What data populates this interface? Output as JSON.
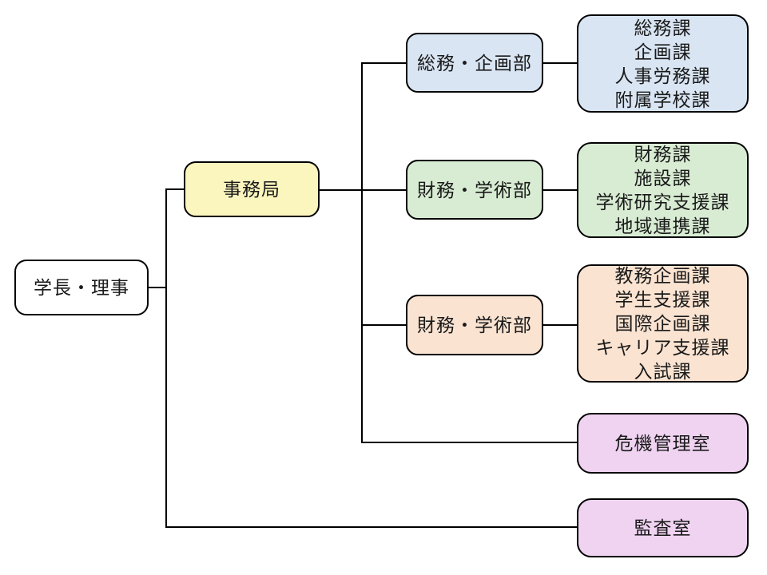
{
  "diagram": {
    "type": "org-chart",
    "background": "#FFFFFF",
    "line_color": "#000000",
    "border_color": "#000000",
    "nodes": {
      "president": {
        "label": "学長・理事",
        "fill": "#FFFFFF"
      },
      "admin_office": {
        "label": "事務局",
        "fill": "#FBF5BE"
      },
      "dept_general_planning": {
        "label": "総務・企画部",
        "fill": "#D9E5F3"
      },
      "dept_finance_academic": {
        "label": "財務・学術部",
        "fill": "#D8ECD3"
      },
      "dept_finance_academic_2": {
        "label": "財務・学術部",
        "fill": "#FAE3D1"
      },
      "sections_general_planning": {
        "label": "総務課\n企画課\n人事労務課\n附属学校課",
        "fill": "#D9E5F3"
      },
      "sections_finance_academic": {
        "label": "財務課\n施設課\n学術研究支援課\n地域連携課",
        "fill": "#D8ECD3"
      },
      "sections_academic_student": {
        "label": "教務企画課\n学生支援課\n国際企画課\nキャリア支援課\n入試課",
        "fill": "#FAE3D1"
      },
      "crisis_management_office": {
        "label": "危機管理室",
        "fill": "#EFD3F1"
      },
      "audit_office": {
        "label": "監査室",
        "fill": "#EFD3F1"
      }
    },
    "edges": [
      {
        "from": "president",
        "to": "admin_office"
      },
      {
        "from": "president",
        "to": "audit_office"
      },
      {
        "from": "admin_office",
        "to": "dept_general_planning"
      },
      {
        "from": "admin_office",
        "to": "dept_finance_academic"
      },
      {
        "from": "admin_office",
        "to": "dept_finance_academic_2"
      },
      {
        "from": "admin_office",
        "to": "crisis_management_office"
      },
      {
        "from": "dept_general_planning",
        "to": "sections_general_planning"
      },
      {
        "from": "dept_finance_academic",
        "to": "sections_finance_academic"
      },
      {
        "from": "dept_finance_academic_2",
        "to": "sections_academic_student"
      }
    ]
  }
}
